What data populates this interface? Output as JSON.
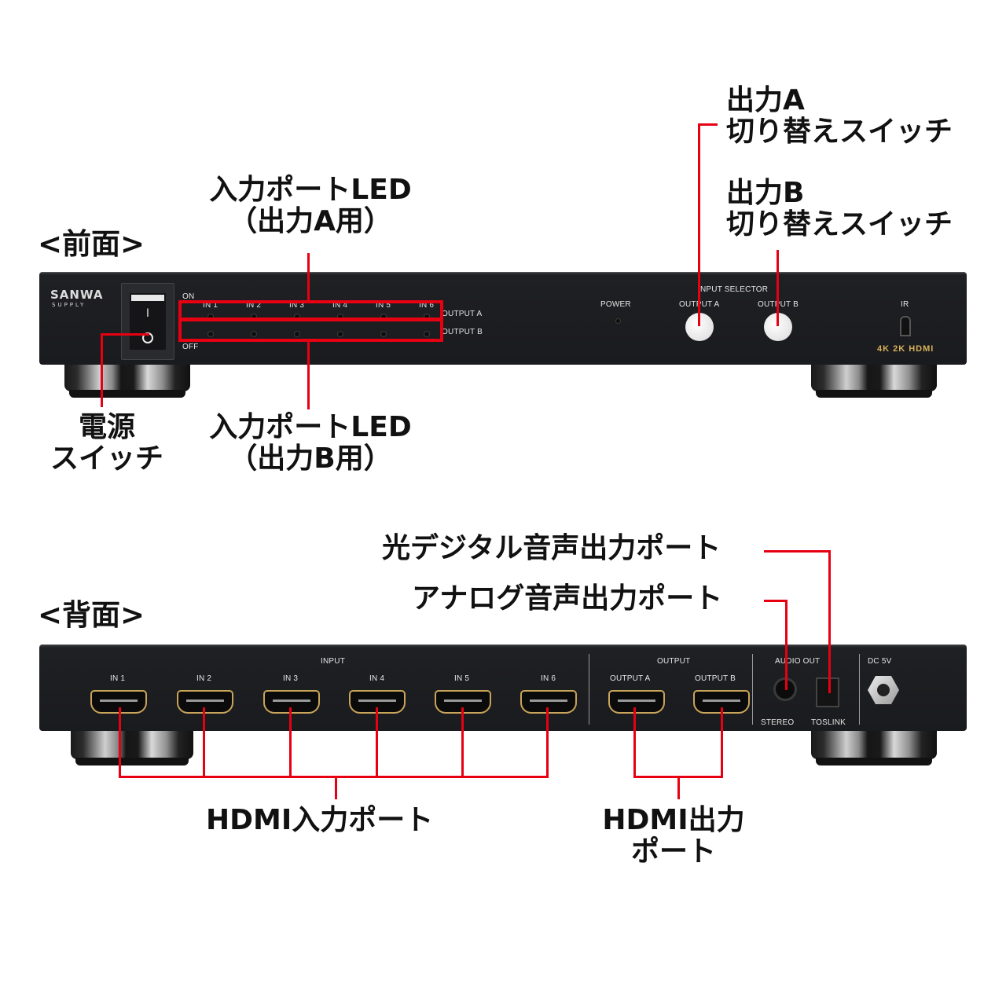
{
  "front": {
    "section_label": "<前面>",
    "callouts": {
      "led_output_a": [
        "入力ポートLED",
        "（出力A用）"
      ],
      "led_output_b": [
        "入力ポートLED",
        "（出力B用）"
      ],
      "power_switch": [
        "電源",
        "スイッチ"
      ],
      "switch_a": [
        "出力A",
        "切り替えスイッチ"
      ],
      "switch_b": [
        "出力B",
        "切り替えスイッチ"
      ]
    },
    "device": {
      "logo_main": "SANWA",
      "logo_sub": "SUPPLY",
      "rocker_on_symbol": "I",
      "rocker_off_symbol": "O",
      "on_label": "ON",
      "off_label": "OFF",
      "inputs": [
        "IN 1",
        "IN 2",
        "IN 3",
        "IN 4",
        "IN 5",
        "IN 6"
      ],
      "row_a_label": "OUTPUT A",
      "row_b_label": "OUTPUT B",
      "power_label": "POWER",
      "selector_title": "INPUT SELECTOR",
      "selector_a": "OUTPUT A",
      "selector_b": "OUTPUT B",
      "ir_label": "IR",
      "badge": "4K 2K HDMI"
    }
  },
  "back": {
    "section_label": "<背面>",
    "callouts": {
      "optical_audio": "光デジタル音声出力ポート",
      "analog_audio": "アナログ音声出力ポート",
      "hdmi_in": "HDMI入力ポート",
      "hdmi_out": [
        "HDMI出力",
        "ポート"
      ]
    },
    "device": {
      "input_group": "INPUT",
      "inputs": [
        "IN 1",
        "IN 2",
        "IN 3",
        "IN 4",
        "IN 5",
        "IN 6"
      ],
      "output_group": "OUTPUT",
      "outputs": [
        "OUTPUT A",
        "OUTPUT B"
      ],
      "audio_group": "AUDIO OUT",
      "stereo_label": "STEREO",
      "toslink_label": "TOSLINK",
      "dc_label": "DC 5V"
    }
  },
  "colors": {
    "callout_line": "#e60012",
    "device_body": "#1d1e21",
    "badge_gold": "#d8b25a",
    "hdmi_gold": "#c8a55a"
  }
}
